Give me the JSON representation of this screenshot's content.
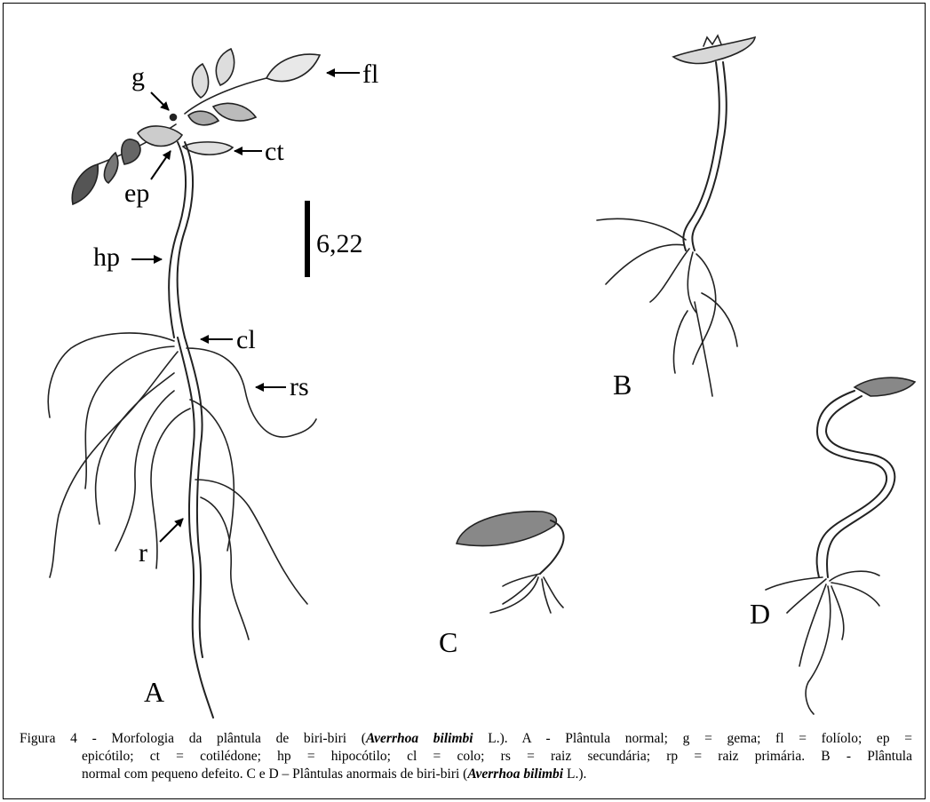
{
  "figure": {
    "labels": {
      "g": "g",
      "fl": "fl",
      "ct": "ct",
      "ep": "ep",
      "hp": "hp",
      "cl": "cl",
      "rs": "rs",
      "r": "r",
      "scale": "6,22",
      "panel_a": "A",
      "panel_b": "B",
      "panel_c": "C",
      "panel_d": "D"
    },
    "caption": {
      "lead": "Figura 4 - Morfologia da plântula de biri-biri (",
      "species": "Averrhoa bilimbi",
      "author": " L.). A - Plântula normal; g = gema; fl = folíolo; ep =",
      "line2": "epicótilo; ct = cotilédone; hp = hipocótilo; cl = colo; rs = raiz secundária; rp = raiz primária. B - Plântula",
      "line3_lead": "normal com pequeno defeito. C e D – Plântulas anormais de biri-biri (",
      "line3_species": "Averrhoa bilimbi",
      "line3_end": " L.)."
    }
  }
}
